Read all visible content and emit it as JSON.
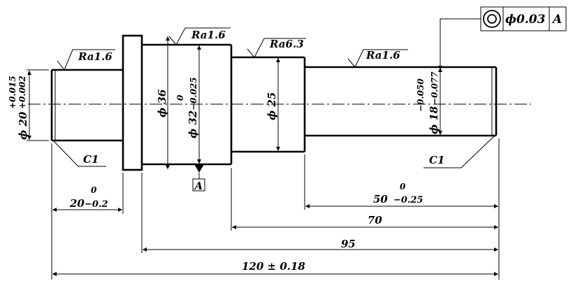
{
  "roughness": {
    "r1": "Ra1.6",
    "r2": "Ra1.6",
    "r3": "Ra6.3",
    "r4": "Ra1.6"
  },
  "chamfers": {
    "left": "C1",
    "right": "C1"
  },
  "datum": {
    "letter": "A"
  },
  "tolerance_frame": {
    "symbol_name": "coaxiality-symbol",
    "value": "ϕ0.03",
    "datum": "A"
  },
  "diameters": {
    "d20": {
      "base": "ϕ 20",
      "upper": "+0.015",
      "lower": "+0.002"
    },
    "d36": {
      "base": "ϕ 36"
    },
    "d32": {
      "base": "ϕ 32",
      "upper": "0",
      "lower": "−0.025"
    },
    "d25": {
      "base": "ϕ 25"
    },
    "d18": {
      "base": "ϕ 18",
      "upper": "−0.050",
      "lower": "−0.077"
    }
  },
  "lengths": {
    "l20": {
      "upper": "0",
      "base": "20",
      "lower": "−0.2"
    },
    "l50": {
      "upper": "0",
      "base": "50",
      "lower": "−0.25"
    },
    "l70": "70",
    "l95": "95",
    "l120": "120 ± 0.18"
  }
}
